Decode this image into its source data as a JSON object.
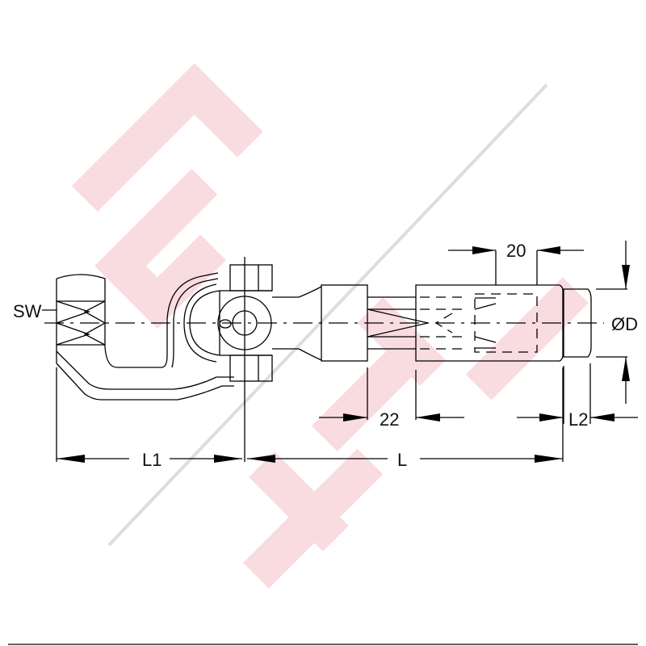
{
  "drawing": {
    "title": "Universal joint with hexagon socket",
    "labels": {
      "sw": "SW",
      "l1": "L1",
      "l": "L",
      "d22": "22",
      "d20": "20",
      "l2": "L2",
      "diameter": "ØD"
    }
  },
  "colors": {
    "watermark": "#f9dce0",
    "watermark_line": "#dddddd",
    "lines": "#000000"
  }
}
